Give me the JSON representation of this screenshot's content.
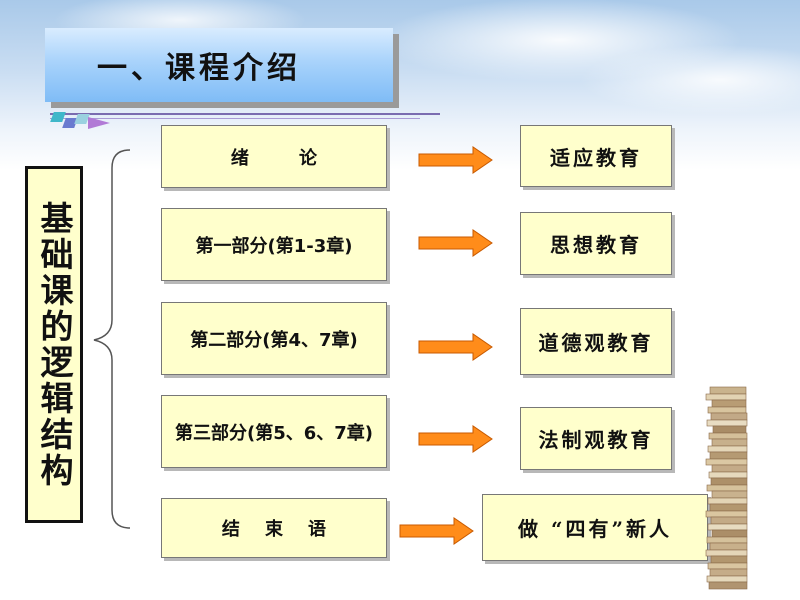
{
  "title": "一、课程介绍",
  "vertical_label": "基础课的逻辑结构",
  "rows": [
    {
      "left": "绪        论",
      "right": "适应教育"
    },
    {
      "left": "第一部分(第1-3章)",
      "right": "思想教育"
    },
    {
      "left": "第二部分(第4、7章)",
      "right": "道德观教育"
    },
    {
      "left": "第三部分(第5、6、7章)",
      "right": "法制观教育"
    },
    {
      "left": "结    束    语",
      "right": "做 “四有”新人"
    }
  ],
  "colors": {
    "box_fill": "#ffffcc",
    "arrow_fill": "#ff8c1a",
    "title_fill": "#a9d3fb"
  },
  "icons": [
    "brace-icon",
    "arrow-right-icon",
    "book-stack-icon"
  ]
}
